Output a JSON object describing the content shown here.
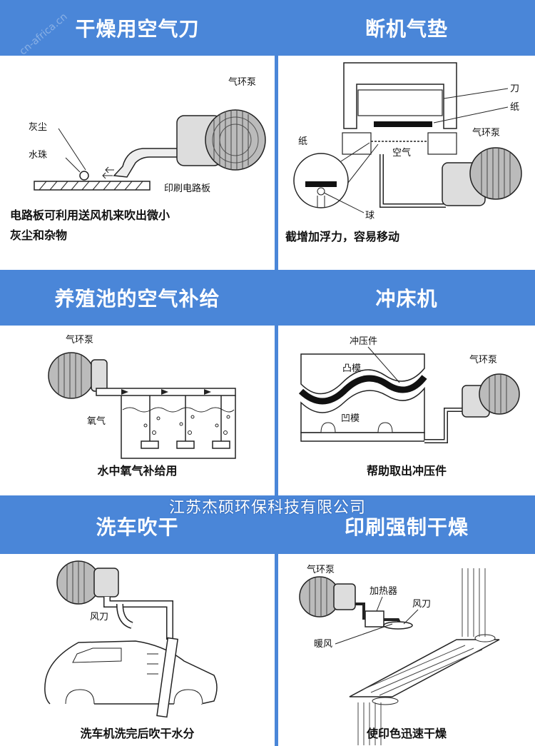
{
  "company": "江苏杰硕环保科技有限公司",
  "watermark": "cn-africa.cn",
  "panels": [
    {
      "title": "干燥用空气刀",
      "caption_lines": [
        "电路板可利用送风机来吹出微小",
        "灰尘和杂物"
      ],
      "labels": [
        "气环泵",
        "灰尘",
        "水珠",
        "印刷电路板"
      ]
    },
    {
      "title": "断机气垫",
      "caption_lines": [
        "截增加浮力，容易移动"
      ],
      "labels": [
        "刀",
        "纸",
        "气环泵",
        "纸",
        "空气",
        "球"
      ]
    },
    {
      "title": "养殖池的空气补给",
      "caption_lines": [
        "水中氧气补给用"
      ],
      "labels": [
        "气环泵",
        "氧气"
      ]
    },
    {
      "title": "冲床机",
      "caption_lines": [
        "帮助取出冲压件"
      ],
      "labels": [
        "冲压件",
        "气环泵",
        "凸模",
        "凹模"
      ]
    },
    {
      "title": "洗车吹干",
      "caption_lines": [
        "洗车机洗完后吹干水分"
      ],
      "labels": [
        "风刀"
      ]
    },
    {
      "title": "印刷强制干燥",
      "caption_lines": [
        "使印色迅速干燥"
      ],
      "labels": [
        "气环泵",
        "加热器",
        "风刀",
        "暖风"
      ]
    }
  ]
}
